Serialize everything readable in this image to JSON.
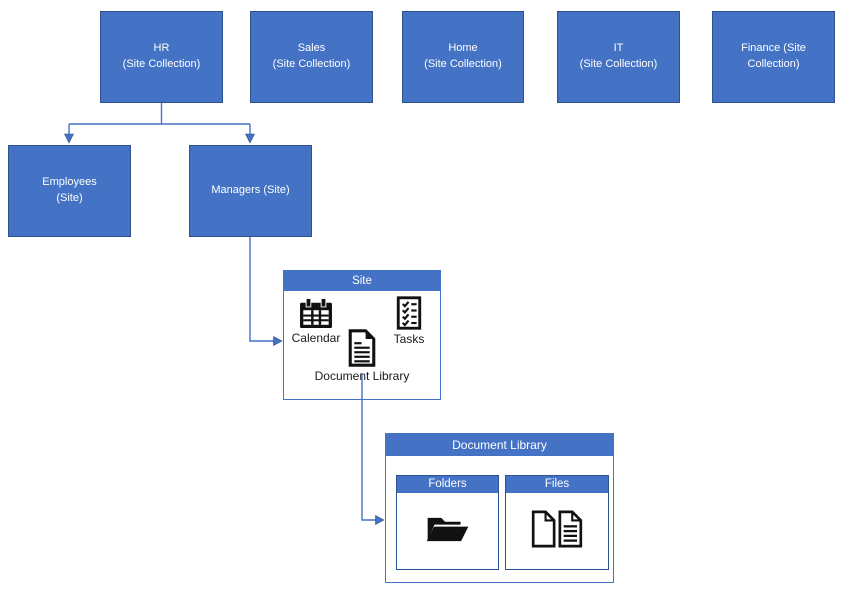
{
  "top_row": [
    {
      "label": "HR\n(Site Collection)"
    },
    {
      "label": "Sales\n(Site Collection)"
    },
    {
      "label": "Home\n(Site Collection)"
    },
    {
      "label": "IT\n(Site Collection)"
    },
    {
      "label": "Finance (Site\nCollection)"
    }
  ],
  "second_row": [
    {
      "label": "Employees\n(Site)"
    },
    {
      "label": "Managers (Site)"
    }
  ],
  "site_box": {
    "title": "Site",
    "items": [
      {
        "label": "Calendar",
        "icon": "calendar-icon"
      },
      {
        "label": "Tasks",
        "icon": "tasks-icon"
      },
      {
        "label": "Document Library",
        "icon": "document-icon"
      }
    ]
  },
  "library_box": {
    "title": "Document Library",
    "sections": [
      {
        "label": "Folders",
        "icon": "open-folder-icon"
      },
      {
        "label": "Files",
        "icon": "files-icon"
      }
    ]
  },
  "colors": {
    "accent_blue": "#4472C4",
    "node_border": "#2F528F",
    "subpanel_border": "#2E5395",
    "connector": "#4472C4",
    "icon_black": "#111111",
    "text_on_blue": "#FFFFFF",
    "label_text": "#1A1A1A"
  }
}
